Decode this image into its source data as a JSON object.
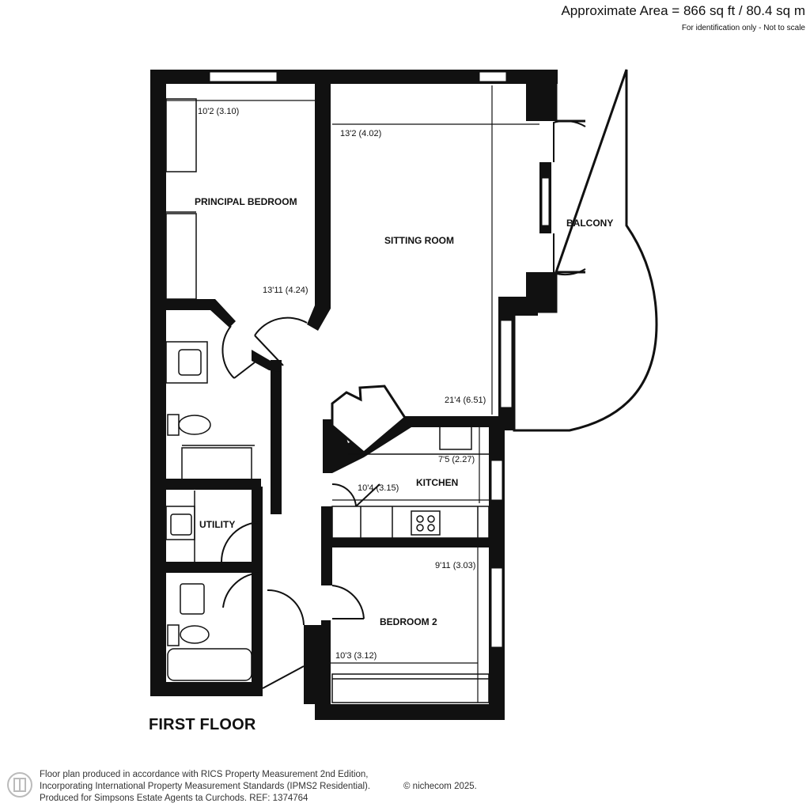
{
  "header": {
    "area_title": "Approximate Area = 866 sq ft / 80.4 sq m",
    "area_note": "For identification only - Not to scale"
  },
  "rooms": {
    "principal_bedroom": "PRINCIPAL BEDROOM",
    "sitting_room": "SITTING ROOM",
    "balcony": "BALCONY",
    "kitchen": "KITCHEN",
    "utility": "UTILITY",
    "bedroom_2": "BEDROOM 2"
  },
  "dimensions": {
    "principal_width": "10'2 (3.10)",
    "principal_length": "13'11 (4.24)",
    "sitting_width": "13'2 (4.02)",
    "sitting_length": "21'4 (6.51)",
    "kitchen_width": "7'5 (2.27)",
    "kitchen_length": "10'4 (3.15)",
    "bedroom2_length": "9'11 (3.03)",
    "bedroom2_width": "10'3 (3.12)"
  },
  "floor_title": "FIRST FLOOR",
  "footer": {
    "line1": "Floor plan produced in accordance with RICS Property Measurement 2nd Edition,",
    "line2": "Incorporating International Property Measurement Standards (IPMS2 Residential).",
    "line3": "Produced for Simpsons Estate Agents ta Curchods.   REF: 1374764",
    "credit": "© nichecom 2025."
  },
  "colors": {
    "wall": "#111111",
    "window": "#ffffff",
    "text": "#111111",
    "footer_text": "#333333"
  }
}
